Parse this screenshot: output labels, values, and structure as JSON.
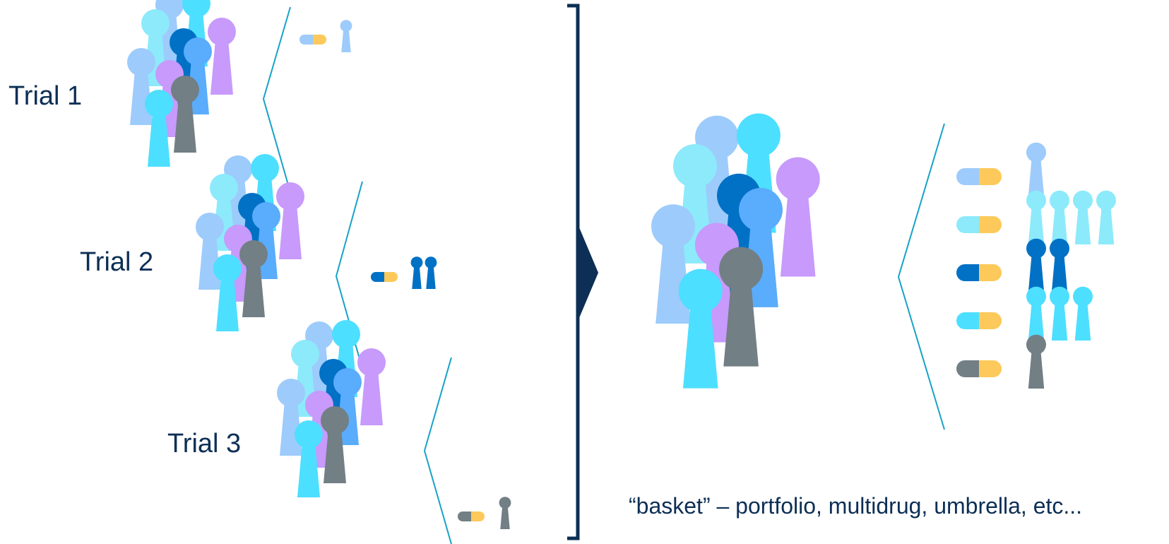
{
  "colors": {
    "text": "#0d2f55",
    "bracket": "#0d2f55",
    "divider_lines": "#17a2c8",
    "pill_yellow": "#fdc95a",
    "light_blue": "#9dcbfb",
    "pale_cyan": "#8ceafb",
    "dark_blue": "#0071c5",
    "cyan": "#4ddfff",
    "medium_blue": "#5aacfc",
    "purple": "#c79afb",
    "gray": "#727f85"
  },
  "trials": [
    {
      "label": "Trial 1",
      "arm_color": "light_blue",
      "arm_count": 1
    },
    {
      "label": "Trial 2",
      "arm_color": "dark_blue",
      "arm_count": 2
    },
    {
      "label": "Trial 3",
      "arm_color": "gray",
      "arm_count": 1
    }
  ],
  "basket": {
    "caption": "“basket” – portfolio, multidrug, umbrella, etc...",
    "arms": [
      {
        "color": "light_blue",
        "count": 1
      },
      {
        "color": "pale_cyan",
        "count": 4
      },
      {
        "color": "dark_blue",
        "count": 2
      },
      {
        "color": "cyan",
        "count": 3
      },
      {
        "color": "gray",
        "count": 1
      }
    ]
  },
  "icons": {
    "patient": "person-pawn-icon",
    "drug": "capsule-icon",
    "transition": "arrow-right-icon"
  }
}
